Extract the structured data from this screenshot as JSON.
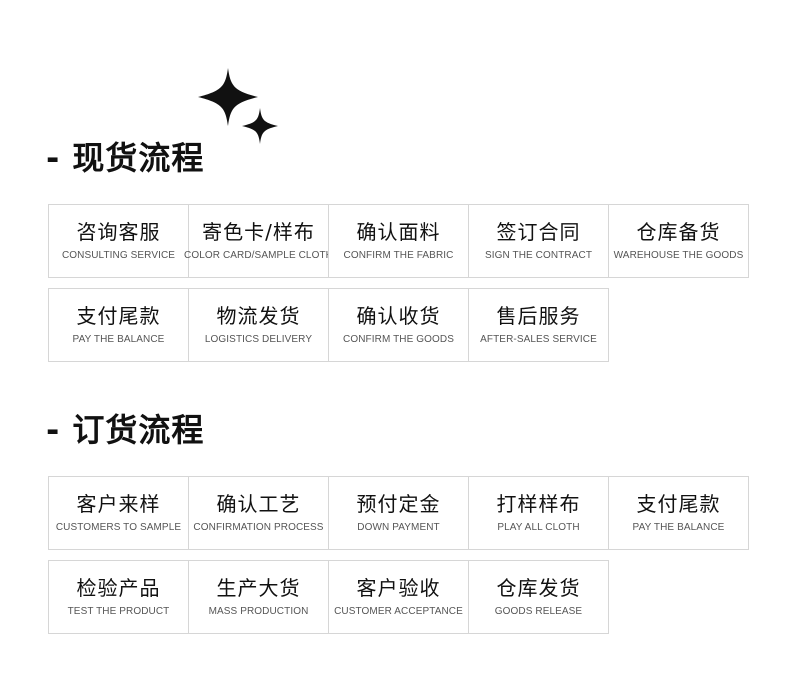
{
  "sparkle_icon": "four-point-star-icon",
  "stock_process": {
    "title": "- 现货流程",
    "rows": [
      [
        {
          "zh": "咨询客服",
          "en": "CONSULTING SERVICE"
        },
        {
          "zh": "寄色卡/样布",
          "en": "COLOR CARD/SAMPLE CLOTH"
        },
        {
          "zh": "确认面料",
          "en": "CONFIRM THE FABRIC"
        },
        {
          "zh": "签订合同",
          "en": "SIGN THE CONTRACT"
        },
        {
          "zh": "仓库备货",
          "en": "WAREHOUSE THE GOODS"
        }
      ],
      [
        {
          "zh": "支付尾款",
          "en": "PAY THE BALANCE"
        },
        {
          "zh": "物流发货",
          "en": "LOGISTICS DELIVERY"
        },
        {
          "zh": "确认收货",
          "en": "CONFIRM THE GOODS"
        },
        {
          "zh": "售后服务",
          "en": "AFTER-SALES SERVICE"
        }
      ]
    ]
  },
  "order_process": {
    "title": "- 订货流程",
    "rows": [
      [
        {
          "zh": "客户来样",
          "en": "CUSTOMERS TO SAMPLE"
        },
        {
          "zh": "确认工艺",
          "en": "CONFIRMATION PROCESS"
        },
        {
          "zh": "预付定金",
          "en": "DOWN PAYMENT"
        },
        {
          "zh": "打样样布",
          "en": "PLAY ALL CLOTH"
        },
        {
          "zh": "支付尾款",
          "en": "PAY THE BALANCE"
        }
      ],
      [
        {
          "zh": "检验产品",
          "en": "TEST THE PRODUCT"
        },
        {
          "zh": "生产大货",
          "en": "MASS PRODUCTION"
        },
        {
          "zh": "客户验收",
          "en": "CUSTOMER ACCEPTANCE"
        },
        {
          "zh": "仓库发货",
          "en": "GOODS RELEASE"
        }
      ]
    ]
  }
}
